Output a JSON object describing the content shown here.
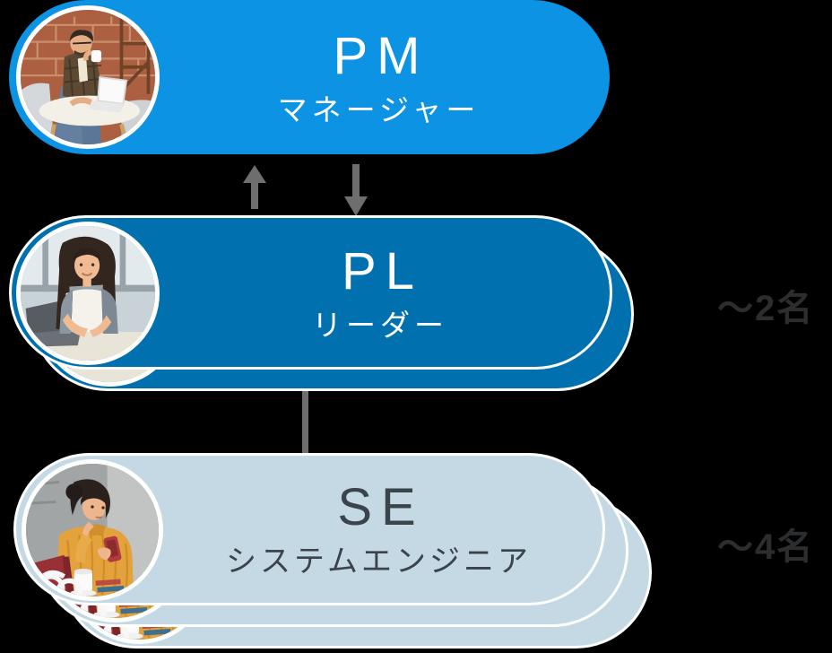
{
  "diagram": {
    "type": "org-chart",
    "background": "#000000",
    "levels": [
      {
        "id": "pm",
        "code": "PM",
        "title": "マネージャー",
        "member_count": "",
        "stacked_cards": 1,
        "photo": "man-working-on-laptop-with-coffee"
      },
      {
        "id": "pl",
        "code": "PL",
        "title": "リーダー",
        "member_count": "〜2名",
        "stacked_cards": 2,
        "photo": "smiling-woman-at-laptop"
      },
      {
        "id": "se",
        "code": "SE",
        "title": "システムエンジニア",
        "member_count": "〜4名",
        "stacked_cards": 3,
        "photo": "woman-in-orange-sweater-with-phone"
      }
    ],
    "connections": [
      {
        "from": "pm",
        "to": "pl",
        "style": "up-arrow-and-down-arrow"
      },
      {
        "from": "pl",
        "to": "se",
        "style": "vertical-line"
      }
    ]
  },
  "icons": {
    "between_pm_pl": [
      "arrow-up-icon",
      "arrow-down-icon"
    ],
    "between_pl_se": "vertical-line-connector"
  },
  "colors": {
    "pm-blue": "#0c93e4",
    "pl-blue": "#0070af",
    "se-light": "#c4d9e3",
    "connector": "#6e6e6e",
    "count-color": "#2b2d2f",
    "light-text": "#ffffff",
    "dark-text": "#3b434c"
  }
}
